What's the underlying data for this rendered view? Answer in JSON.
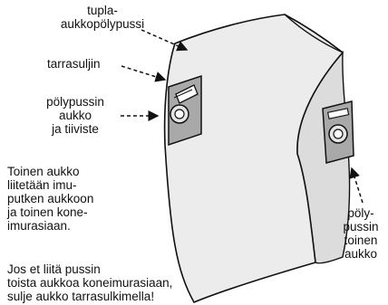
{
  "colors": {
    "bag_front": "#ececec",
    "bag_side": "#dcdcdc",
    "plate": "#a9a9a9",
    "outline": "#111111",
    "background": "#ffffff"
  },
  "labels": {
    "double_opening_bag": "tupla-\naukkopölypussi",
    "velcro_closure": "tarrasuljin",
    "dust_bag_opening_and_seal": "pölypussin\naukko\nja tiiviste",
    "second_opening": "pöly-\npussin\ntoinen\naukko",
    "instruction_connect": "Toinen aukko\nliitetään imu-\nputken aukkoon\nja toinen kone-\nimurasiaan.",
    "instruction_seal": "Jos et liitä pussin\ntoista aukkoa koneimurasiaan,\nsulje aukko tarrasulkimella!"
  }
}
